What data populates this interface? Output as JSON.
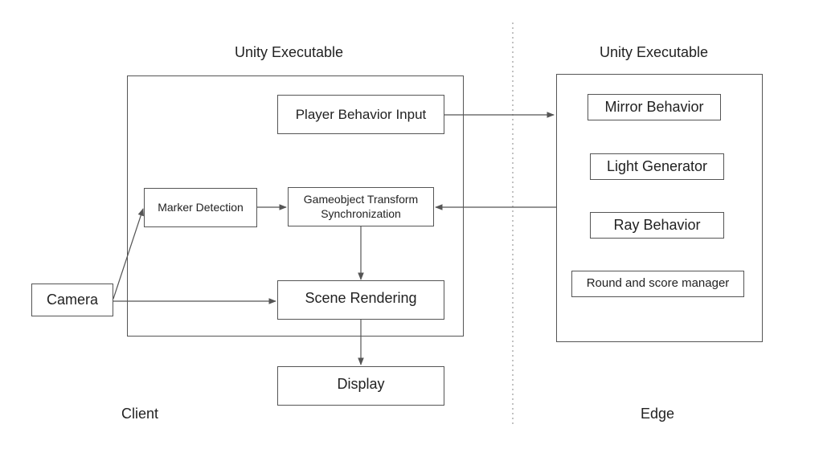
{
  "client": {
    "section_label": "Client",
    "container_title": "Unity Executable",
    "nodes": {
      "camera": "Camera",
      "marker_detection": "Marker Detection",
      "gameobject_sync_line1": "Gameobject Transform",
      "gameobject_sync_line2": "Synchronization",
      "player_input": "Player Behavior Input",
      "scene_rendering": "Scene Rendering",
      "display": "Display"
    }
  },
  "edge": {
    "section_label": "Edge",
    "container_title": "Unity Executable",
    "nodes": {
      "mirror_behavior": "Mirror Behavior",
      "light_generator": "Light Generator",
      "ray_behavior": "Ray Behavior",
      "round_score_manager": "Round and score manager"
    }
  },
  "colors": {
    "line": "#555555",
    "divider": "#999999",
    "text": "#222222"
  }
}
